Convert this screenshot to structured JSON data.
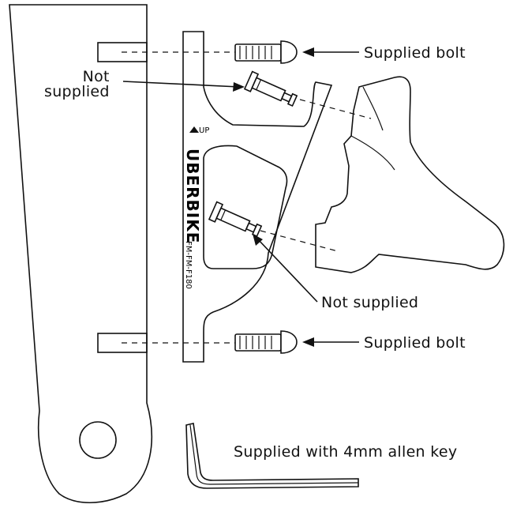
{
  "labels": {
    "supplied_bolt_top": "Supplied bolt",
    "not_supplied_top": "Not\nsupplied",
    "not_supplied_mid": "Not supplied",
    "supplied_bolt_bottom": "Supplied bolt",
    "allen_key": "Supplied with 4mm allen key"
  },
  "bracket": {
    "brand": "UBERBIKE",
    "model": "FM-FM-F180",
    "up": "UP"
  }
}
